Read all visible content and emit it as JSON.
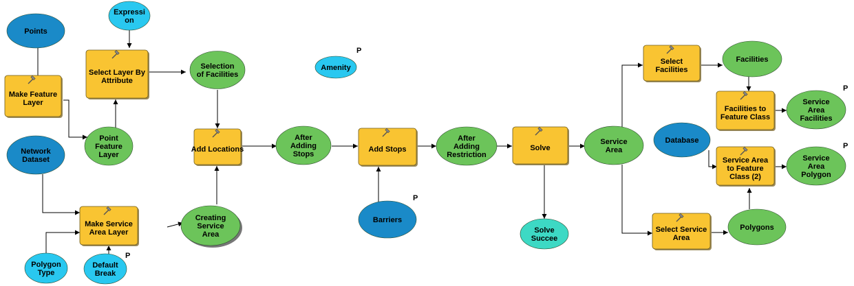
{
  "colors": {
    "tool": "#f9c432",
    "tool_border": "#6b5a1e",
    "input_dark": "#1a8ac8",
    "input_light": "#29c8f0",
    "derived": "#6cc45a",
    "derived_alt": "#3dd9c4",
    "edge": "#000000"
  },
  "nodes": [
    {
      "id": "points",
      "shape": "oval",
      "color": "input_dark",
      "lines": [
        "Points"
      ]
    },
    {
      "id": "expression",
      "shape": "oval",
      "color": "input_light",
      "lines": [
        "Expressi",
        "on"
      ]
    },
    {
      "id": "make-feature-layer",
      "shape": "tool",
      "lines": [
        "Make Feature",
        "Layer"
      ]
    },
    {
      "id": "select-layer-by-attribute",
      "shape": "tool",
      "lines": [
        "Select Layer By",
        "Attribute"
      ]
    },
    {
      "id": "selection-of-facilities",
      "shape": "oval",
      "color": "derived",
      "lines": [
        "Selection",
        "of Facilities"
      ]
    },
    {
      "id": "amenity",
      "shape": "oval",
      "color": "input_light",
      "lines": [
        "Amenity"
      ],
      "param": "P"
    },
    {
      "id": "point-feature-layer",
      "shape": "oval",
      "color": "derived",
      "lines": [
        "Point",
        "Feature",
        "Layer"
      ]
    },
    {
      "id": "network-dataset",
      "shape": "oval",
      "color": "input_dark",
      "lines": [
        "Network",
        "Dataset"
      ]
    },
    {
      "id": "add-locations",
      "shape": "tool",
      "lines": [
        "Add Locations"
      ]
    },
    {
      "id": "after-adding-stops",
      "shape": "oval",
      "color": "derived",
      "lines": [
        "After",
        "Adding",
        "Stops"
      ]
    },
    {
      "id": "add-stops",
      "shape": "tool",
      "lines": [
        "Add Stops"
      ]
    },
    {
      "id": "after-adding-restriction",
      "shape": "oval",
      "color": "derived",
      "lines": [
        "After",
        "Adding",
        "Restriction"
      ]
    },
    {
      "id": "solve",
      "shape": "tool",
      "lines": [
        "Solve"
      ]
    },
    {
      "id": "service-area",
      "shape": "oval",
      "color": "derived",
      "lines": [
        "Service",
        "Area"
      ]
    },
    {
      "id": "select-facilities",
      "shape": "tool",
      "lines": [
        "Select",
        "Facilities"
      ]
    },
    {
      "id": "facilities",
      "shape": "oval",
      "color": "derived",
      "lines": [
        "Facilities"
      ]
    },
    {
      "id": "facilities-to-feature-class",
      "shape": "tool",
      "lines": [
        "Facilities to",
        "Feature Class"
      ]
    },
    {
      "id": "service-area-facilities",
      "shape": "oval",
      "color": "derived",
      "lines": [
        "Service",
        "Area",
        "Facilities"
      ],
      "param": "P"
    },
    {
      "id": "database",
      "shape": "oval",
      "color": "input_dark",
      "lines": [
        "Database"
      ]
    },
    {
      "id": "service-area-to-feature-class",
      "shape": "tool",
      "lines": [
        "Service Area",
        "to Feature",
        "Class (2)"
      ]
    },
    {
      "id": "service-area-polygon",
      "shape": "oval",
      "color": "derived",
      "lines": [
        "Service",
        "Area",
        "Polygon"
      ],
      "param": "P"
    },
    {
      "id": "make-service-area-layer",
      "shape": "tool",
      "lines": [
        "Make Service",
        "Area Layer"
      ]
    },
    {
      "id": "creating-service-area",
      "shape": "oval",
      "color": "derived",
      "lines": [
        "Creating",
        "Service",
        "Area"
      ]
    },
    {
      "id": "barriers",
      "shape": "oval",
      "color": "input_dark",
      "lines": [
        "Barriers"
      ],
      "param": "P"
    },
    {
      "id": "solve-succeeded",
      "shape": "oval",
      "color": "derived_alt",
      "lines": [
        "Solve",
        "Succee"
      ]
    },
    {
      "id": "select-service-area",
      "shape": "tool",
      "lines": [
        "Select Service",
        "Area"
      ]
    },
    {
      "id": "polygons",
      "shape": "oval",
      "color": "derived",
      "lines": [
        "Polygons"
      ]
    },
    {
      "id": "polygon-type",
      "shape": "oval",
      "color": "input_light",
      "lines": [
        "Polygon",
        "Type"
      ]
    },
    {
      "id": "default-break",
      "shape": "oval",
      "color": "input_light",
      "lines": [
        "Default",
        "Break"
      ],
      "param": "P"
    }
  ]
}
